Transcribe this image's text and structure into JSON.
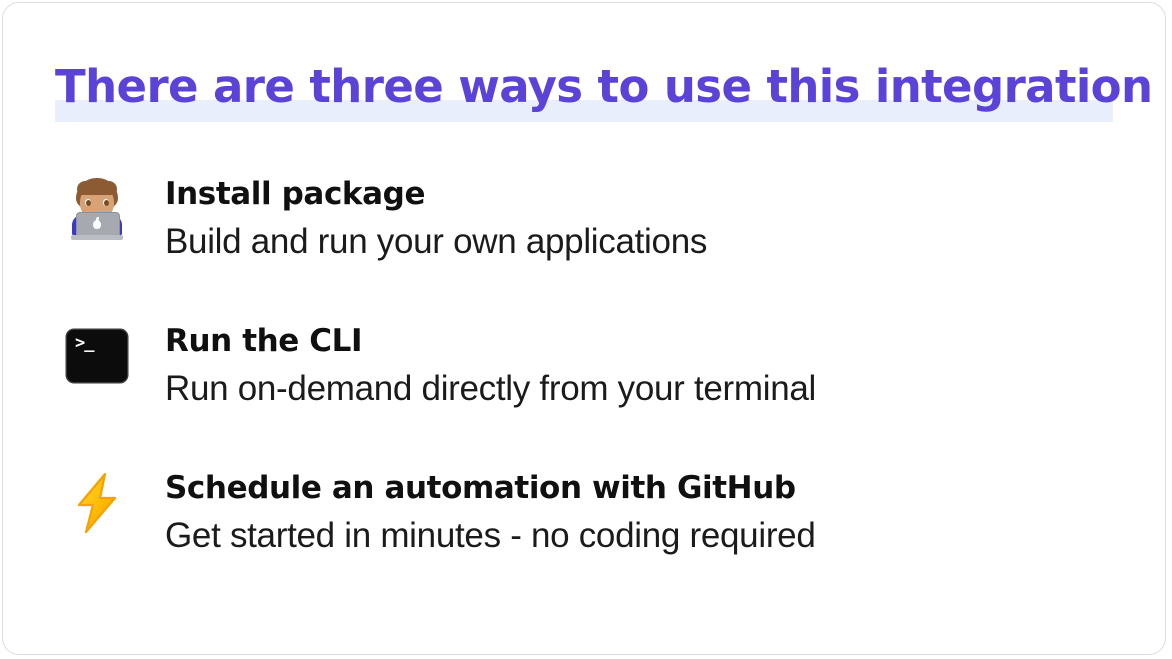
{
  "slide": {
    "title": "There are three ways to use this integration",
    "title_color": "#5a43d6",
    "title_highlight_color": "#e8eefc",
    "card_background": "#ffffff",
    "card_border_color": "#dcdce8",
    "heading_color": "#101010",
    "body_color": "#1b1b1b"
  },
  "features": [
    {
      "icon": "man-technologist-emoji",
      "heading": "Install package",
      "description": "Build and run your own applications"
    },
    {
      "icon": "terminal-emoji",
      "terminal_prompt": ">_",
      "heading": "Run the CLI",
      "description": "Run on-demand directly from your terminal"
    },
    {
      "icon": "high-voltage-emoji",
      "heading": "Schedule an automation with GitHub",
      "description": "Get started in minutes - no coding required"
    }
  ]
}
